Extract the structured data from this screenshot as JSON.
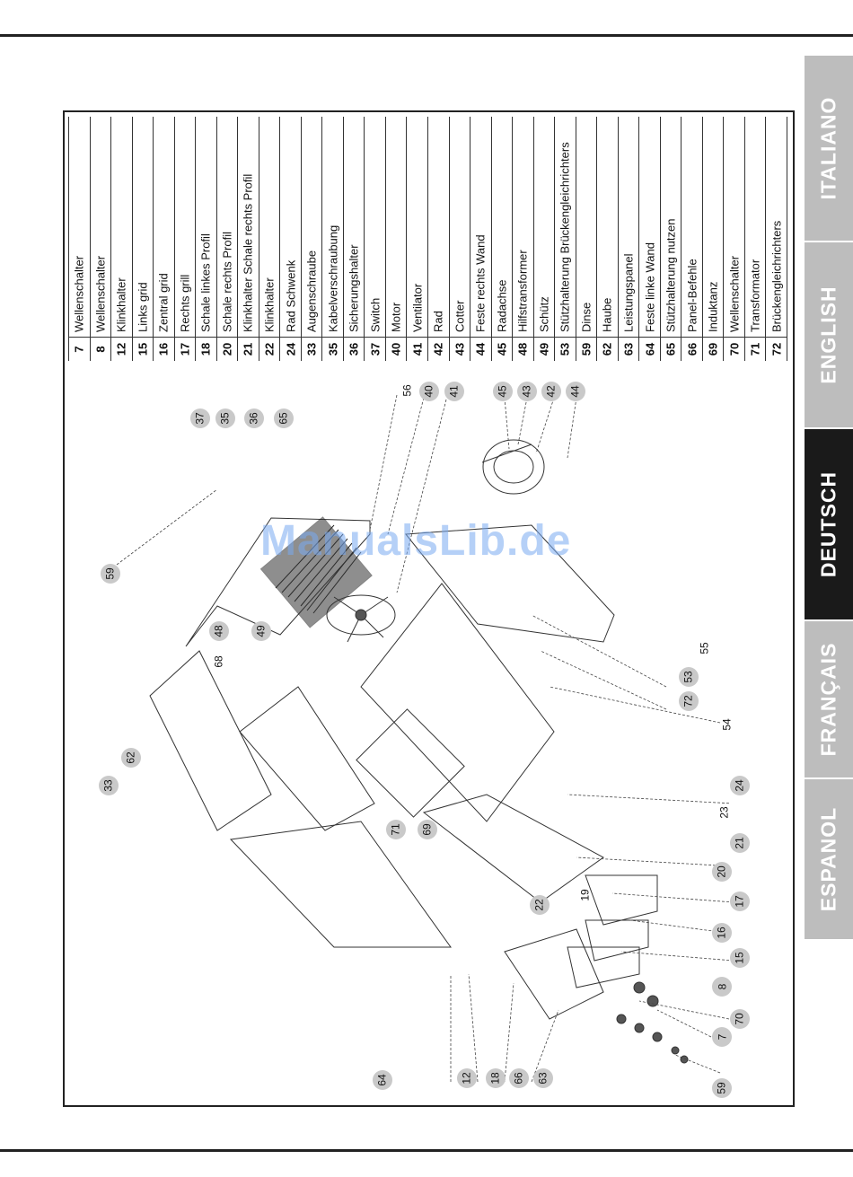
{
  "parts": [
    {
      "num": "7",
      "name": "Wellenschalter"
    },
    {
      "num": "8",
      "name": "Wellenschalter"
    },
    {
      "num": "12",
      "name": "Klinkhalter"
    },
    {
      "num": "15",
      "name": "Links grid"
    },
    {
      "num": "16",
      "name": "Zentral grid"
    },
    {
      "num": "17",
      "name": "Rechts grill"
    },
    {
      "num": "18",
      "name": "Schale linkes Profil"
    },
    {
      "num": "20",
      "name": "Schale rechts Profil"
    },
    {
      "num": "21",
      "name": "Klinkhalter Schale rechts Profil"
    },
    {
      "num": "22",
      "name": "Klinkhalter"
    },
    {
      "num": "24",
      "name": "Rad Schwenk"
    },
    {
      "num": "33",
      "name": "Augenschraube"
    },
    {
      "num": "35",
      "name": "Kabelverschraubung"
    },
    {
      "num": "36",
      "name": "Sicherungshalter"
    },
    {
      "num": "37",
      "name": "Switch"
    },
    {
      "num": "40",
      "name": "Motor"
    },
    {
      "num": "41",
      "name": "Ventilator"
    },
    {
      "num": "42",
      "name": "Rad"
    },
    {
      "num": "43",
      "name": "Cotter"
    },
    {
      "num": "44",
      "name": "Feste rechts Wand"
    },
    {
      "num": "45",
      "name": "Radachse"
    },
    {
      "num": "48",
      "name": "Hilfstransformer"
    },
    {
      "num": "49",
      "name": "Schütz"
    },
    {
      "num": "53",
      "name": "Stützhalterung Brückengleichrichters"
    },
    {
      "num": "59",
      "name": "Dinse"
    },
    {
      "num": "62",
      "name": "Haube"
    },
    {
      "num": "63",
      "name": "Leistungspanel"
    },
    {
      "num": "64",
      "name": "Feste linke Wand"
    },
    {
      "num": "65",
      "name": "Stützhalterung nutzen"
    },
    {
      "num": "66",
      "name": "Panel-Befehle"
    },
    {
      "num": "69",
      "name": "Induktanz"
    },
    {
      "num": "70",
      "name": "Wellenschalter"
    },
    {
      "num": "71",
      "name": "Transformator"
    },
    {
      "num": "72",
      "name": "Brückengleichrichters"
    }
  ],
  "tabs": [
    {
      "label": "ITALIANO",
      "color": "#bdbdbd"
    },
    {
      "label": "ENGLISH",
      "color": "#bdbdbd"
    },
    {
      "label": "DEUTSCH",
      "color": "#1a1a1a"
    },
    {
      "label": "FRANÇAIS",
      "color": "#bdbdbd"
    },
    {
      "label": "ESPANOL",
      "color": "#bdbdbd"
    }
  ],
  "callouts": {
    "b37": "37",
    "b35": "35",
    "b36": "36",
    "b65": "65",
    "b40": "40",
    "b41": "41",
    "b45": "45",
    "b43": "43",
    "b42": "42",
    "b44": "44",
    "b59a": "59",
    "b48": "48",
    "b49": "49",
    "b62": "62",
    "b33": "33",
    "b53": "53",
    "b72": "72",
    "b24": "24",
    "b71": "71",
    "b69": "69",
    "b21": "21",
    "b20": "20",
    "b17": "17",
    "b16": "16",
    "b15": "15",
    "b22": "22",
    "b8": "8",
    "b70": "70",
    "b7": "7",
    "b64": "64",
    "b12": "12",
    "b18": "18",
    "b66": "66",
    "b63": "63",
    "b59b": "59",
    "t56": "56",
    "t55": "55",
    "t54": "54",
    "t68": "68",
    "t23": "23",
    "t19": "19"
  },
  "watermark": "ManualsLib.de"
}
